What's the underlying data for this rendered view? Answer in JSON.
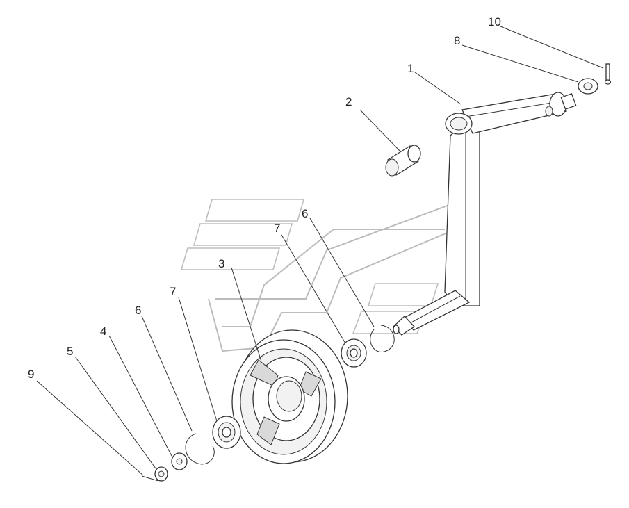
{
  "labels": {
    "l1": "1",
    "l2": "2",
    "l3": "3",
    "l4": "4",
    "l5": "5",
    "l6a": "6",
    "l6b": "6",
    "l7a": "7",
    "l7b": "7",
    "l8": "8",
    "l9": "9",
    "l10": "10"
  },
  "colors": {
    "line": "#333333",
    "watermark": "#bcbcbc",
    "background": "#ffffff"
  }
}
